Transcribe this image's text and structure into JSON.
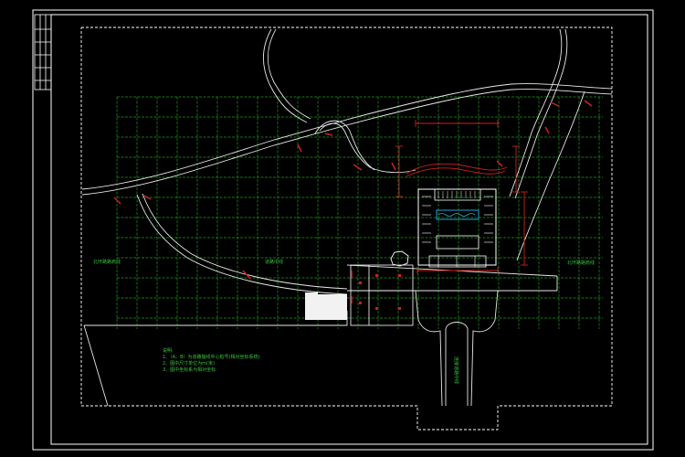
{
  "app": {
    "title": "CAD site plan drawing (model space)",
    "background": "#000000"
  },
  "colors": {
    "grid": "#1e9a1e",
    "frame": "#ffffff",
    "dimension": "#cc1f1f",
    "road": "#e8e8e8",
    "annotation": "#38c540",
    "water": "#1da8d8"
  },
  "labels": {
    "road_west": "北环路路肩线",
    "road_center": "道路中线",
    "road_east": "北环路路肩线",
    "road_south": "连接道路中线"
  },
  "notes": {
    "heading": "说明:",
    "line1": "1、（A、B）为道路轴线中心桩号(相对坐标系统)",
    "line2": "2、图中尺寸单位为m(米)",
    "line3": "3、图中坐标系为相对坐标"
  },
  "icons": {
    "north": "rock-outline-icon",
    "building": "building-block-icon"
  }
}
